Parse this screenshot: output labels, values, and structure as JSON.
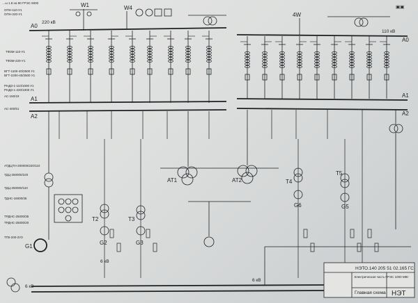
{
  "header": {
    "scribble_text": "…ы 1.8 на 90 ГРЭС 6000"
  },
  "corner_mark": "▣▣",
  "voltage_left": "220 кВ",
  "voltage_right": "110 кВ",
  "buses": {
    "left": [
      "A0",
      "A1",
      "A2"
    ],
    "right": [
      "A0",
      "A1",
      "A2"
    ]
  },
  "lines": {
    "w1": "W1",
    "w4": "W4",
    "w4_right": "4W"
  },
  "left_legend": [
    "ОПН-110-У1",
    "ОПН-220-У1",
    "ТФЗМ-110-У1",
    "ТФЗМ-220-У1",
    "ВГТ-110II-40/2500 У1",
    "ВГТ-220II-40/2500 У1",
    "РНДЗ-1-110/1000 У1",
    "РНДЗ-1-220/1000 У1",
    "АС-150/19",
    "АС-400/51"
  ],
  "equipment_legend": [
    "АТДЦТН-200000/220/110",
    "ТДЦ-250000/220",
    "ТДЦ-250000/110",
    "ТДНС-16000/35",
    "ТРДНС-25000/35",
    "ТРДНС-25000/20"
  ],
  "generator_type": "ТГВ-200-2УЗ",
  "device_labels": {
    "at1": "AT1",
    "at2": "AT2",
    "t2": "T2",
    "t3": "T3",
    "t4": "T4",
    "t5": "T5",
    "g1": "G1",
    "g2": "G2",
    "g3": "G3",
    "g6": "G6",
    "g5": "G5",
    "kv6_center": "6 кВ",
    "kv6_bottom": "6 кВ",
    "kv6_bl": "6 кВ"
  },
  "title_block": {
    "code": "НЭТО.140 205 51 02.165 ГС",
    "subject": "Электрическая часть ГРЭС 1000 МВт",
    "sheet_title": "Главная схема",
    "org": "НЭТ"
  },
  "colors": {
    "ink": "#1d2124",
    "paper": "#e2e3e2"
  }
}
